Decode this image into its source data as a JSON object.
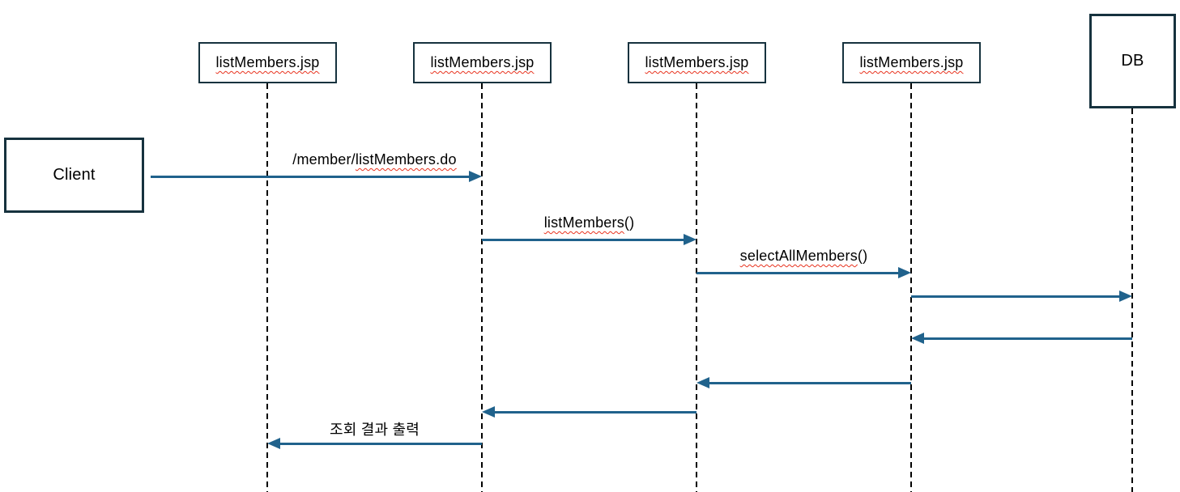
{
  "diagram": {
    "type": "sequence",
    "colors": {
      "background": "#ffffff",
      "box_border": "#16323e",
      "arrow": "#20628c",
      "lifeline": "#000000",
      "text": "#000000",
      "spellcheck_underline": "#e8321e"
    },
    "actors": [
      {
        "id": "client",
        "label": "Client"
      },
      {
        "id": "jsp1",
        "label": "listMembers.jsp",
        "spellcheck": true
      },
      {
        "id": "jsp2",
        "label": "listMembers.jsp",
        "spellcheck": true
      },
      {
        "id": "jsp3",
        "label": "listMembers.jsp",
        "spellcheck": true
      },
      {
        "id": "jsp4",
        "label": "listMembers.jsp",
        "spellcheck": true
      },
      {
        "id": "db",
        "label": "DB"
      }
    ],
    "messages": [
      {
        "from": "client",
        "to": "jsp2",
        "direction": "right",
        "label": "/member/listMembers.do",
        "parts": [
          {
            "text": "/member/",
            "squiggle": false
          },
          {
            "text": "listMembers.do",
            "squiggle": true
          }
        ]
      },
      {
        "from": "jsp2",
        "to": "jsp3",
        "direction": "right",
        "label": "listMembers()",
        "parts": [
          {
            "text": "listMembers",
            "squiggle": true
          },
          {
            "text": "()",
            "squiggle": false
          }
        ]
      },
      {
        "from": "jsp3",
        "to": "jsp4",
        "direction": "right",
        "label": "selectAllMembers()",
        "parts": [
          {
            "text": "selectAllMembers",
            "squiggle": true
          },
          {
            "text": "()",
            "squiggle": false
          }
        ]
      },
      {
        "from": "jsp4",
        "to": "db",
        "direction": "right",
        "label": ""
      },
      {
        "from": "db",
        "to": "jsp4",
        "direction": "left",
        "label": ""
      },
      {
        "from": "jsp4",
        "to": "jsp3",
        "direction": "left",
        "label": ""
      },
      {
        "from": "jsp3",
        "to": "jsp2",
        "direction": "left",
        "label": ""
      },
      {
        "from": "jsp2",
        "to": "jsp1",
        "direction": "left",
        "label": "조회 결과 출력",
        "parts": [
          {
            "text": "조회 결과 출력",
            "squiggle": false
          }
        ]
      }
    ]
  }
}
